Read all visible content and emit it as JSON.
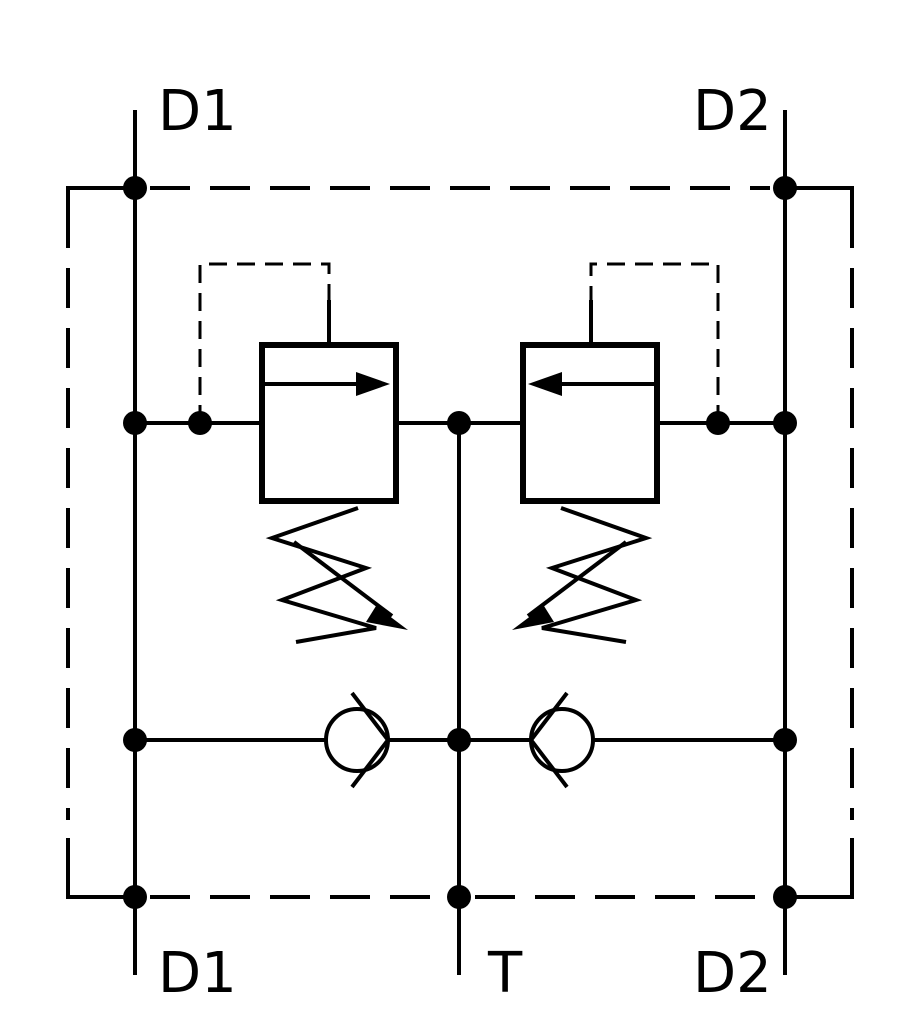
{
  "ports": {
    "top_left": "D1",
    "top_right": "D2",
    "bottom_left": "D1",
    "bottom_center": "T",
    "bottom_right": "D2"
  },
  "colors": {
    "line": "#000000",
    "background": "#ffffff"
  }
}
